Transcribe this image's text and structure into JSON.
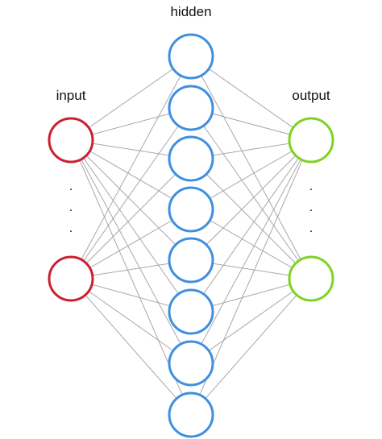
{
  "diagram": {
    "title_hidden": "hidden",
    "label_input": "input",
    "label_output": "output",
    "input_ellipsis": ".",
    "output_ellipsis": ".",
    "layers": {
      "input": {
        "count": 2,
        "color": "#cc1f2f"
      },
      "hidden": {
        "count": 8,
        "color": "#3f8fe0"
      },
      "output": {
        "count": 2,
        "color": "#7ed321"
      }
    },
    "edge_color": "#a8a8a8",
    "connectivity": "fully-connected"
  }
}
